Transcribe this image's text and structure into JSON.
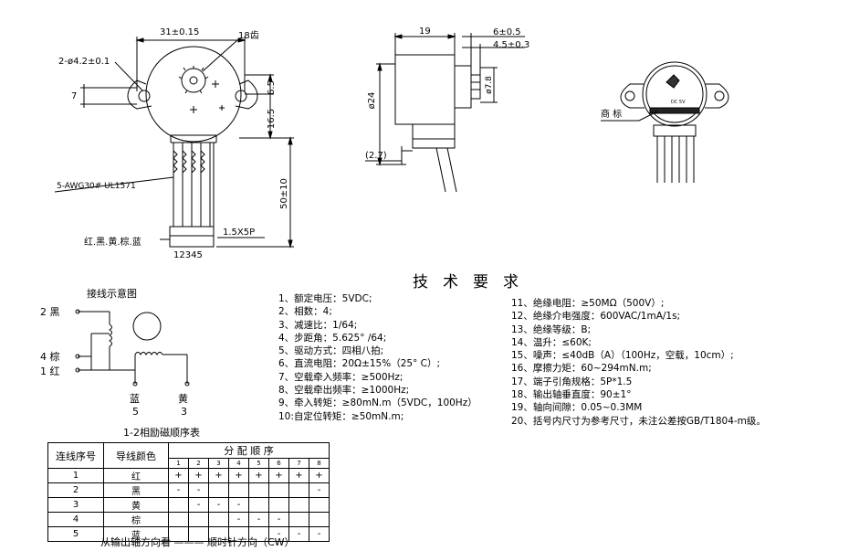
{
  "drawing": {
    "front": {
      "dim_width": "31±0.15",
      "dim_teeth": "18齿",
      "dim_holes": "2-ø4.2±0.1",
      "dim_7": "7",
      "dim_65": "6.5",
      "dim_165": "16.5",
      "dim_50": "50±10",
      "dim_wire": "5-AWG30# UL1571",
      "dim_conn": "1.5X5P",
      "colors": "红.黑.黄.棕.蓝",
      "pins": "12345"
    },
    "side": {
      "dim_19": "19",
      "dim_6": "6±0.5",
      "dim_45": "4.5±0.3",
      "dim_d24": "ø24",
      "dim_d78": "ø7.8",
      "dim_27": "(2.7)"
    },
    "label": {
      "brand": "商 标",
      "dc": "DC 5V"
    }
  },
  "requirements": {
    "title": "技术要求",
    "left": [
      "1、额定电压：5VDC;",
      "2、相数：4;",
      "3、减速比：1/64;",
      "4、步距角：5.625° /64;",
      "5、驱动方式：四相八拍;",
      "6、直流电阻：20Ω±15%（25° C）;",
      "7、空载牵入频率：≥500Hz;",
      "8、空载牵出频率：≥1000Hz;",
      "9、牵入转矩：≥80mN.m（5VDC，100Hz）",
      "10:自定位转矩：≥50mN.m;"
    ],
    "right": [
      "11、绝缘电阻：≥50MΩ（500V）;",
      "12、绝缘介电强度：600VAC/1mA/1s;",
      "13、绝缘等级：B;",
      "14、温升：≤60K;",
      "15、噪声：≤40dB（A）（100Hz，空载，10cm）;",
      "16、摩擦力矩：60~294mN.m;",
      "17、端子引角规格：5P*1.5",
      "18、输出轴垂直度：90±1°",
      "19、轴向间隙：0.05~0.3MM",
      "20、括号内尺寸为参考尺寸，未注公差按GB/T1804-m级。"
    ]
  },
  "wiring": {
    "title": "接线示意图",
    "l2": "2  黑",
    "l4": "4  棕",
    "l1": "1  红",
    "blue": "蓝",
    "yellow": "黄",
    "n5": "5",
    "n3": "3"
  },
  "sequence": {
    "title": "1-2相励磁顺序表",
    "h_wire_no": "连线序号",
    "h_wire_color": "导线颜色",
    "h_order": "分 配 顺 序",
    "steps": [
      "1",
      "2",
      "3",
      "4",
      "5",
      "6",
      "7",
      "8"
    ],
    "rows": [
      {
        "no": "1",
        "color": "红",
        "cells": [
          "+",
          "+",
          "+",
          "+",
          "+",
          "+",
          "+",
          "+"
        ]
      },
      {
        "no": "2",
        "color": "黑",
        "cells": [
          "-",
          "-",
          "",
          "",
          "",
          "",
          "",
          "-"
        ]
      },
      {
        "no": "3",
        "color": "黄",
        "cells": [
          "",
          "-",
          "-",
          "-",
          "",
          "",
          "",
          ""
        ]
      },
      {
        "no": "4",
        "color": "棕",
        "cells": [
          "",
          "",
          "",
          "-",
          "-",
          "-",
          "",
          ""
        ]
      },
      {
        "no": "5",
        "color": "蓝",
        "cells": [
          "",
          "",
          "",
          "",
          "",
          "-",
          "-",
          "-"
        ]
      }
    ],
    "footer": "从输出轴方向看 ——— 顺时针方向（CW）"
  }
}
